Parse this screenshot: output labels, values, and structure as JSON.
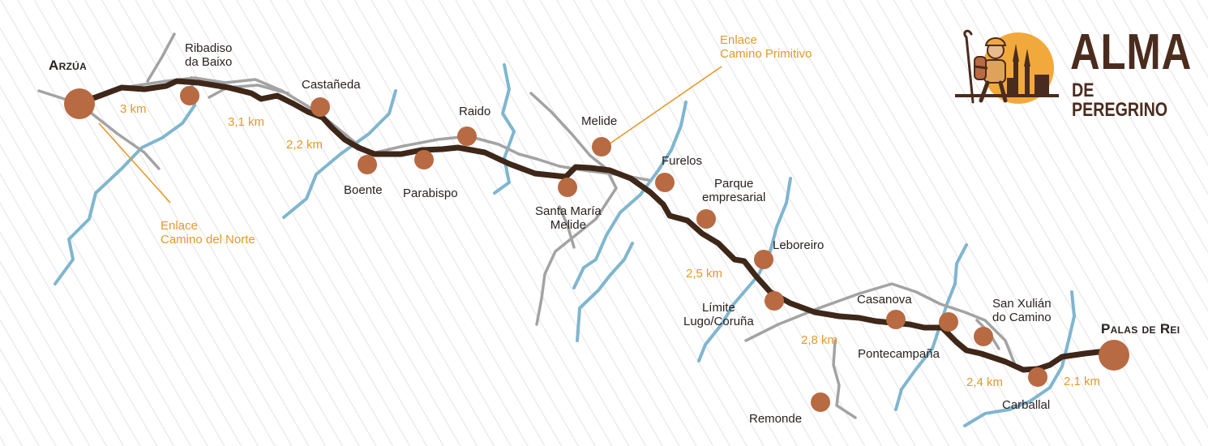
{
  "brand": {
    "title": "ALMA",
    "subtitle": "DE PEREGRINO"
  },
  "colors": {
    "route": "#3e2719",
    "stop": "#b86a43",
    "road": "#a3a3a3",
    "river": "#7fb6cf",
    "accent": "#e39a2a"
  },
  "towns": [
    {
      "id": "arzua",
      "name": "Arzúa"
    },
    {
      "id": "palas",
      "name": "Palas de Rei"
    }
  ],
  "stops": [
    {
      "id": "ribadiso",
      "name": "Ribadiso\nda Baixo"
    },
    {
      "id": "castaneda",
      "name": "Castañeda"
    },
    {
      "id": "boente",
      "name": "Boente"
    },
    {
      "id": "parabispo",
      "name": "Parabispo"
    },
    {
      "id": "raido",
      "name": "Raido"
    },
    {
      "id": "santa-maria-melide",
      "name": "Santa María\nMelide"
    },
    {
      "id": "melide",
      "name": "Melide"
    },
    {
      "id": "furelos",
      "name": "Furelos"
    },
    {
      "id": "parque-empresarial",
      "name": "Parque\nempresarial"
    },
    {
      "id": "leboreiro",
      "name": "Leboreiro"
    },
    {
      "id": "limite",
      "name": "Límite\nLugo/Coruña"
    },
    {
      "id": "casanova",
      "name": "Casanova"
    },
    {
      "id": "pontecampana",
      "name": "Pontecampaña"
    },
    {
      "id": "san-xulian",
      "name": "San Xulián\ndo Camino"
    },
    {
      "id": "carballal",
      "name": "Carballal"
    },
    {
      "id": "remonde",
      "name": "Remonde"
    }
  ],
  "distances": [
    "3 km",
    "3,1 km",
    "2,2 km",
    "2,5 km",
    "2,8 km",
    "2,4 km",
    "2,1 km"
  ],
  "links": [
    {
      "id": "norte",
      "text": "Enlace\nCamino del Norte"
    },
    {
      "id": "primitivo",
      "text": "Enlace\nCamino Primitivo"
    }
  ]
}
